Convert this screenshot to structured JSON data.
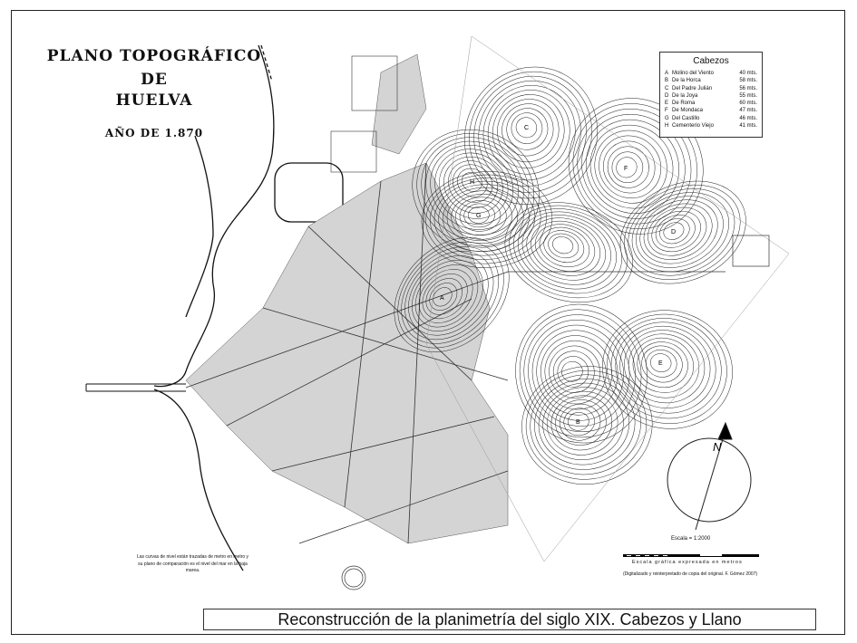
{
  "title": {
    "line1": "PLANO TOPOGRÁFICO",
    "line2": "DE",
    "line3": "HUELVA",
    "year": "AÑO DE 1.870"
  },
  "legend": {
    "heading": "Cabezos",
    "items": [
      {
        "letter": "A",
        "name": "Molino del Viento",
        "height": "40 mts."
      },
      {
        "letter": "B",
        "name": "De la Horca",
        "height": "58 mts."
      },
      {
        "letter": "C",
        "name": "Del Padre Julián",
        "height": "56 mts."
      },
      {
        "letter": "D",
        "name": "De la Joya",
        "height": "55 mts."
      },
      {
        "letter": "E",
        "name": "De Roma",
        "height": "60 mts."
      },
      {
        "letter": "F",
        "name": "De Mondaca",
        "height": "47 mts."
      },
      {
        "letter": "G",
        "name": "Del Castillo",
        "height": "46 mts."
      },
      {
        "letter": "H",
        "name": "Cementerio Viejo",
        "height": "41 mts."
      }
    ]
  },
  "compass": {
    "label": "N"
  },
  "scale": {
    "ratio": "Escala = 1:2000",
    "caption": "Escala gráfica expresada en metros",
    "credit": "(Digitalizado y reinterpretado de copia del original. F. Gómez 2007)"
  },
  "note": "Las curvas de nivel están trazadas de metro en metro y su plano de comparación es el nivel del mar en la baja marea.",
  "caption": "Reconstrucción de la planimetría del siglo XIX. Cabezos y Llano",
  "colors": {
    "blocks": "#d4d4d4",
    "lines": "#222222"
  }
}
